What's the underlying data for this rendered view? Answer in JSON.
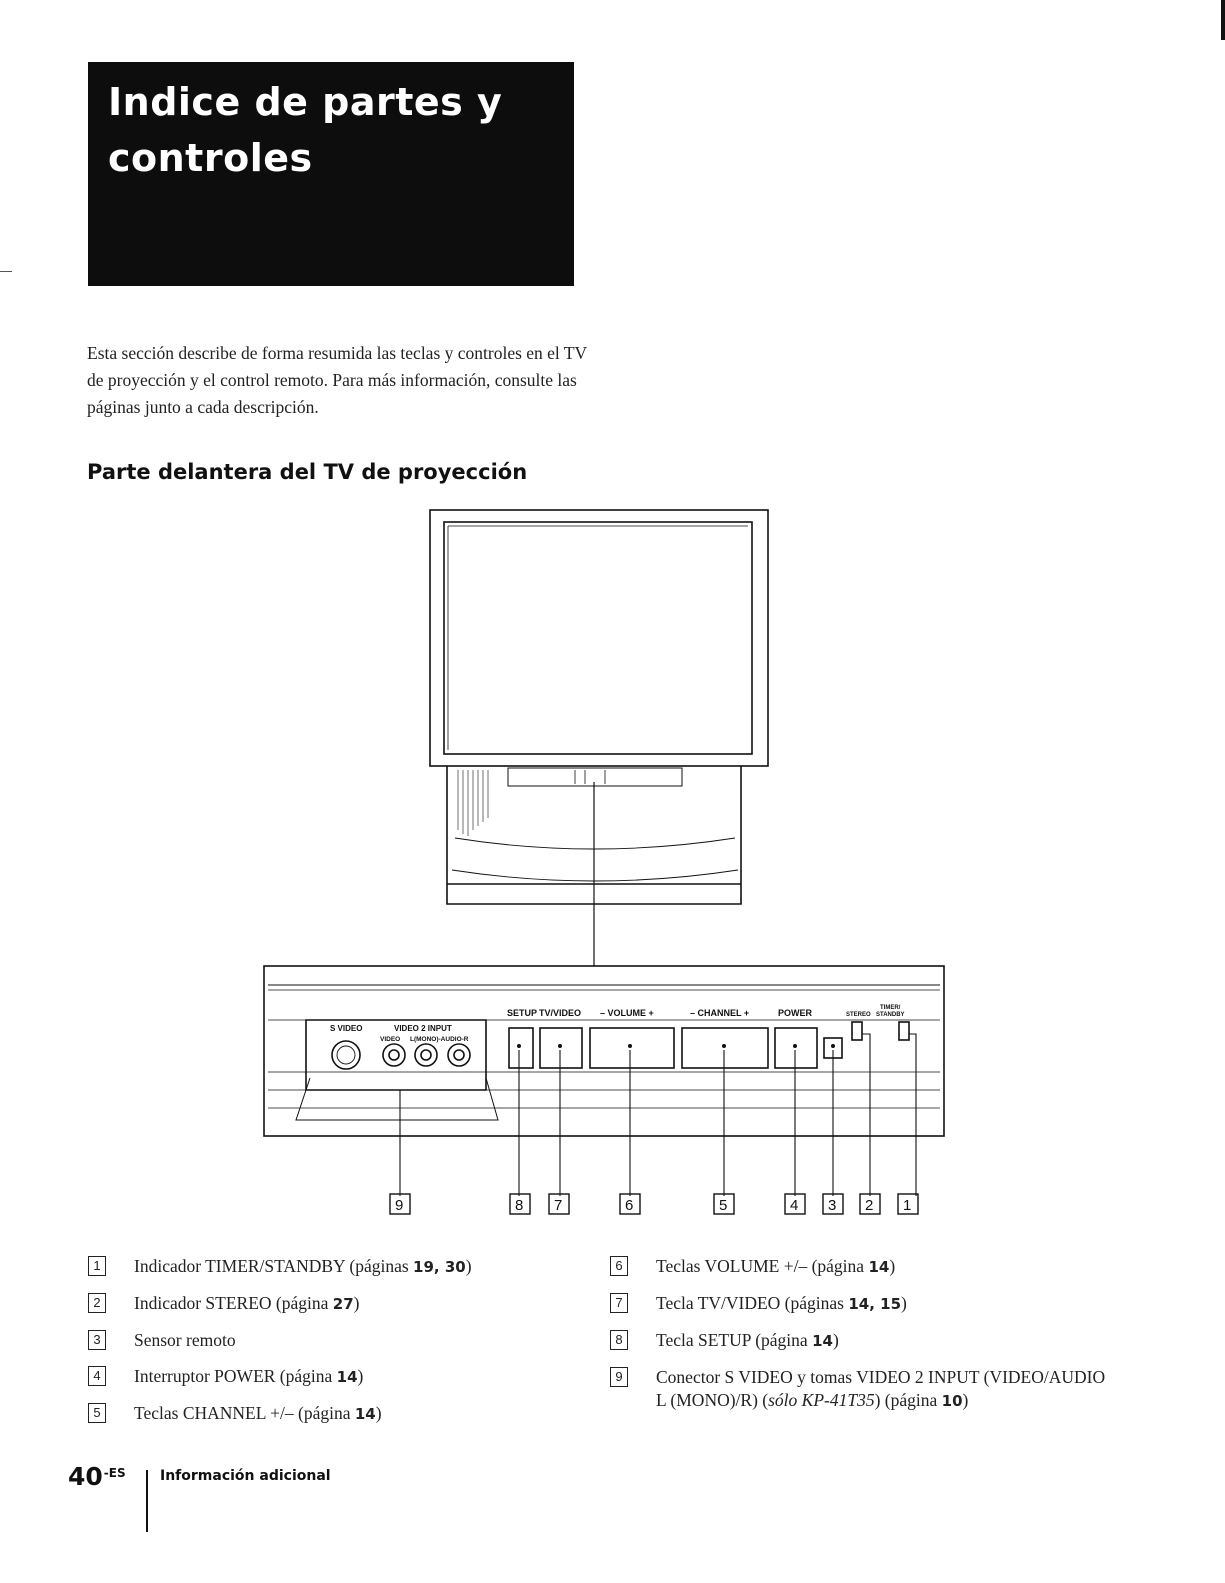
{
  "title": {
    "line1": "Indice de partes y",
    "line2": "controles"
  },
  "intro": "Esta sección describe de forma resumida las teclas y controles en el TV de proyección y el control remoto. Para más información, consulte las páginas junto a cada descripción.",
  "section_heading": "Parte delantera del TV de proyección",
  "panel_labels": {
    "s_video": "S VIDEO",
    "video2_input": "VIDEO 2 INPUT",
    "video": "VIDEO",
    "audio": "L(MONO)-AUDIO-R",
    "setup": "SETUP",
    "tv_video": "TV/VIDEO",
    "volume": "– VOLUME +",
    "channel": "– CHANNEL +",
    "power": "POWER",
    "stereo": "STEREO",
    "timer_standby_1": "TIMER/",
    "timer_standby_2": "STANDBY"
  },
  "callouts": [
    "9",
    "8",
    "7",
    "6",
    "5",
    "4",
    "3",
    "2",
    "1"
  ],
  "legend_left": [
    {
      "n": "1",
      "text": "Indicador TIMER/STANDBY (páginas ",
      "pages": "19, 30",
      "tail": ")"
    },
    {
      "n": "2",
      "text": "Indicador STEREO (página ",
      "pages": "27",
      "tail": ")"
    },
    {
      "n": "3",
      "text": "Sensor remoto"
    },
    {
      "n": "4",
      "text": "Interruptor POWER (página ",
      "pages": "14",
      "tail": ")"
    },
    {
      "n": "5",
      "text": "Teclas CHANNEL +/– (página ",
      "pages": "14",
      "tail": ")"
    }
  ],
  "legend_right": [
    {
      "n": "6",
      "text": "Teclas VOLUME +/– (página ",
      "pages": "14",
      "tail": ")"
    },
    {
      "n": "7",
      "text": "Tecla TV/VIDEO (páginas ",
      "pages": "14, 15",
      "tail": ")"
    },
    {
      "n": "8",
      "text": "Tecla SETUP (página ",
      "pages": "14",
      "tail": ")"
    },
    {
      "n": "9",
      "text": "Conector S VIDEO y tomas VIDEO 2 INPUT (VIDEO/AUDIO L (MONO)/R) ",
      "note": "sólo KP-41T35",
      "text2": ") (página ",
      "pages": "10",
      "tail": ")",
      "open": "("
    }
  ],
  "footer": {
    "page_number": "40",
    "page_suffix": "-ES",
    "section": "Información adicional"
  }
}
